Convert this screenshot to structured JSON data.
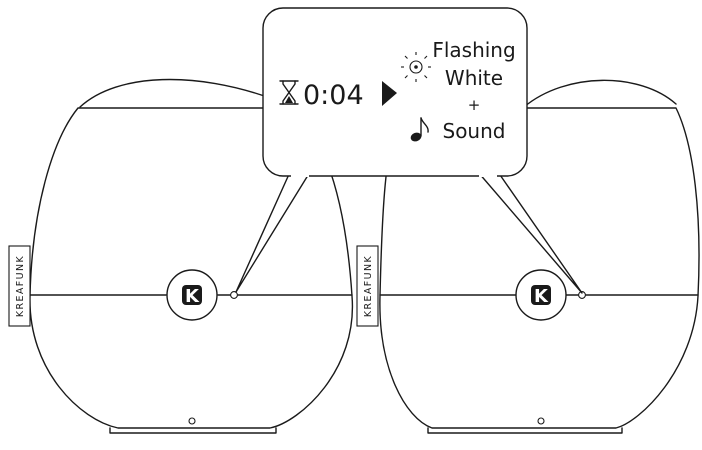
{
  "speakers": [
    {
      "brand_label": "KREAFUNK",
      "logo_letter": "K"
    },
    {
      "brand_label": "KREAFUNK",
      "logo_letter": "K"
    }
  ],
  "callout": {
    "timer_icon": "hourglass-icon",
    "timer_value": "0:04",
    "arrow_icon": "play-triangle-icon",
    "light_icon": "flashing-light-icon",
    "sound_icon": "music-note-icon",
    "line1": "Flashing",
    "line2": "White",
    "plus": "+",
    "line3": "Sound"
  },
  "colors": {
    "ink": "#1a1a1a",
    "background": "#ffffff"
  }
}
